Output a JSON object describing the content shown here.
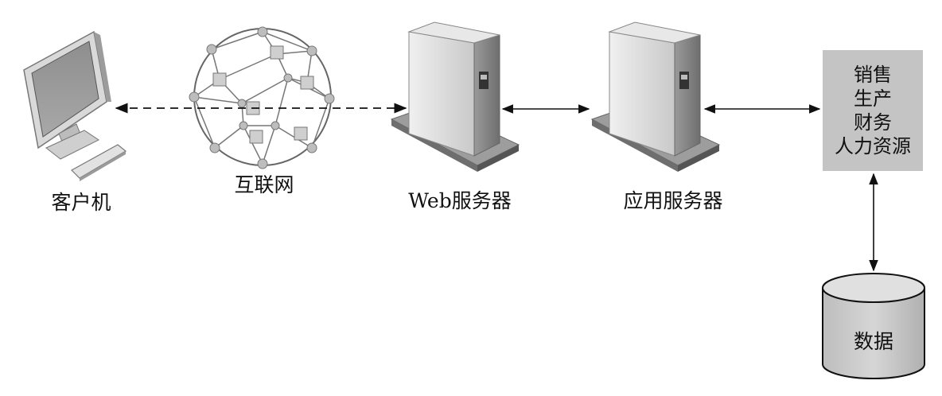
{
  "nodes": {
    "client": {
      "label": "客户机",
      "icon": "monitor-icon"
    },
    "internet": {
      "label": "互联网",
      "icon": "network-globe-icon"
    },
    "web_server": {
      "label": "Web服务器",
      "icon": "server-tower-icon"
    },
    "app_server": {
      "label": "应用服务器",
      "icon": "server-tower-icon"
    },
    "systems": {
      "lines": [
        "销售",
        "生产",
        "财务",
        "人力资源"
      ]
    },
    "database": {
      "label": "数据",
      "icon": "database-cylinder-icon"
    }
  },
  "connections": [
    {
      "from": "client",
      "to": "web_server",
      "style": "dashed",
      "arrows": "both"
    },
    {
      "from": "web_server",
      "to": "app_server",
      "style": "solid",
      "arrows": "both"
    },
    {
      "from": "app_server",
      "to": "systems",
      "style": "solid",
      "arrows": "both"
    },
    {
      "from": "systems",
      "to": "database",
      "style": "solid",
      "arrows": "both"
    }
  ],
  "colors": {
    "box_fill": "#c4c4c4",
    "server_light": "#e4e4e4",
    "server_dark": "#8a8a8a",
    "line": "#111111"
  }
}
